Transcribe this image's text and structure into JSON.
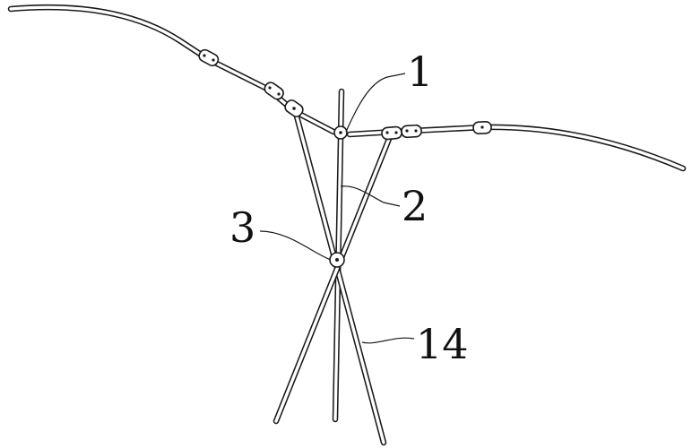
{
  "figure": {
    "labels": {
      "part_1": "1",
      "part_2": "2",
      "part_3": "3",
      "part_14": "14"
    },
    "colors": {
      "line": "#1a1a1a",
      "background": "#ffffff"
    }
  }
}
